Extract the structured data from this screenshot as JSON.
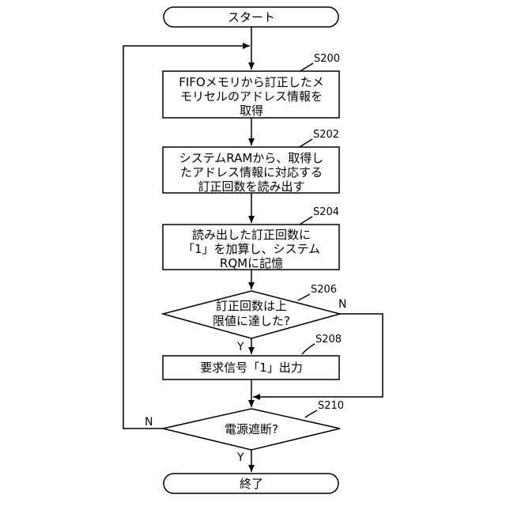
{
  "start": "スタート",
  "end": "終了",
  "steps": {
    "s200": {
      "label": "S200",
      "lines": [
        "FIFOメモリから訂正したメ",
        "モリセルのアドレス情報を",
        "取得"
      ]
    },
    "s202": {
      "label": "S202",
      "lines": [
        "システムRAMから、取得し",
        "たアドレス情報に対応する",
        "訂正回数を読み出す"
      ]
    },
    "s204": {
      "label": "S204",
      "lines": [
        "読み出した訂正回数に",
        "「1」を加算し、システム",
        "RQMに記憶"
      ]
    },
    "s206": {
      "label": "S206",
      "lines": [
        "訂正回数は上",
        "限値に達した?"
      ],
      "yes": "Y",
      "no": "N"
    },
    "s208": {
      "label": "S208",
      "lines": [
        "要求信号「1」出力"
      ]
    },
    "s210": {
      "label": "S210",
      "lines": [
        "電源遮断?"
      ],
      "yes": "Y",
      "no": "N"
    }
  }
}
